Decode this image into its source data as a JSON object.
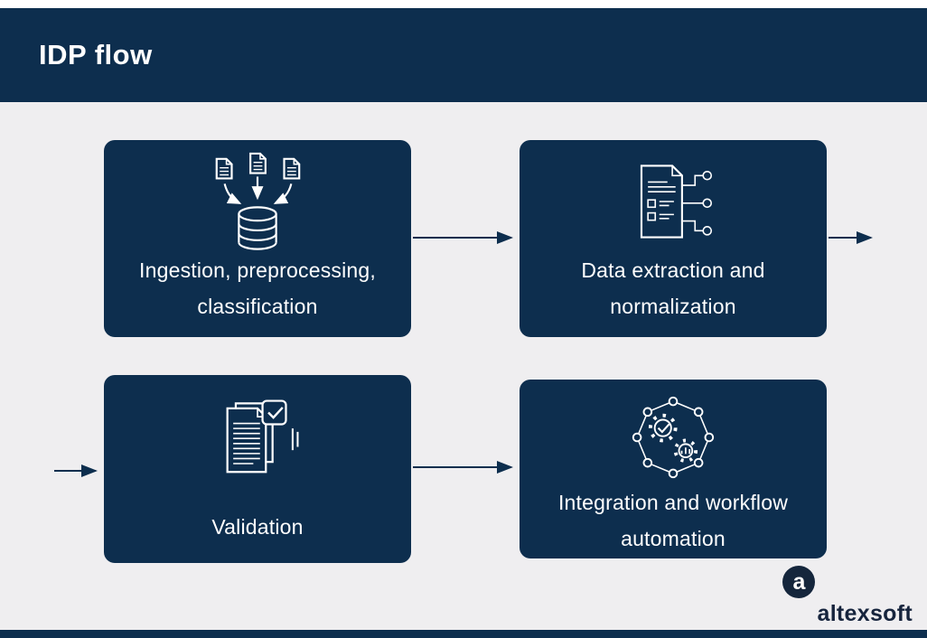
{
  "header": {
    "title": "IDP flow"
  },
  "boxes": [
    {
      "id": "ingestion",
      "lines": [
        "Ingestion, preprocessing,",
        "classification"
      ],
      "icon": "documents-to-database-icon"
    },
    {
      "id": "extraction",
      "lines": [
        "Data extraction and",
        "normalization"
      ],
      "icon": "document-nodes-icon"
    },
    {
      "id": "validation",
      "lines": [
        "Validation"
      ],
      "icon": "document-check-icon"
    },
    {
      "id": "integration",
      "lines": [
        "Integration and workflow",
        "automation"
      ],
      "icon": "gears-network-icon"
    }
  ],
  "logo": {
    "text": "altexsoft",
    "icon_letter": "a"
  },
  "colors": {
    "navy": "#0d2e4e",
    "content_background": "#efeef0",
    "box_text": "#ffffff",
    "logo_text": "#16243d"
  }
}
